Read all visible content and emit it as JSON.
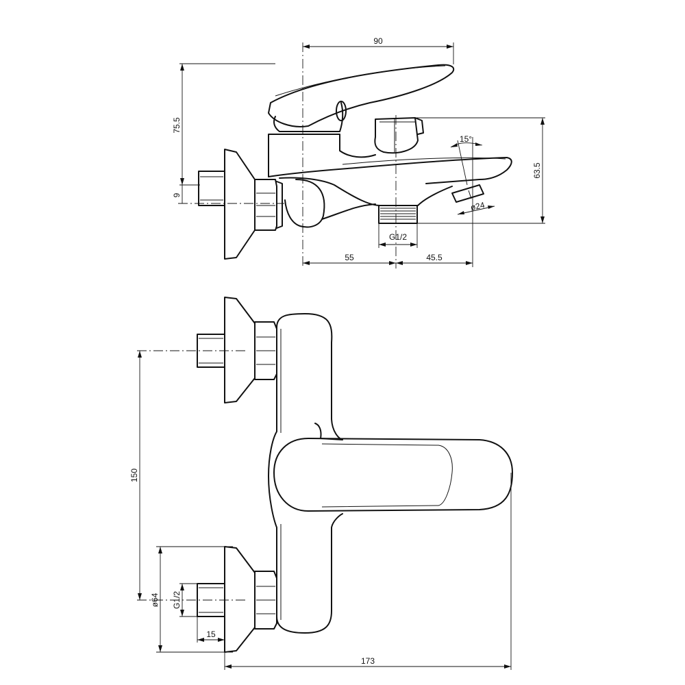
{
  "side_view": {
    "width_top": "90",
    "height_total": "75.5",
    "inlet_offset": "9",
    "spout_height": "63.5",
    "spout_angle": "15°",
    "spout_diameter": "ø24",
    "outlet_thread": "G1/2",
    "spacing_left": "55",
    "spacing_right": "45.5"
  },
  "top_view": {
    "inlet_distance": "150",
    "flange_diameter": "ø64",
    "inlet_thread": "G1/2",
    "thread_length": "15",
    "overall_width": "173"
  }
}
